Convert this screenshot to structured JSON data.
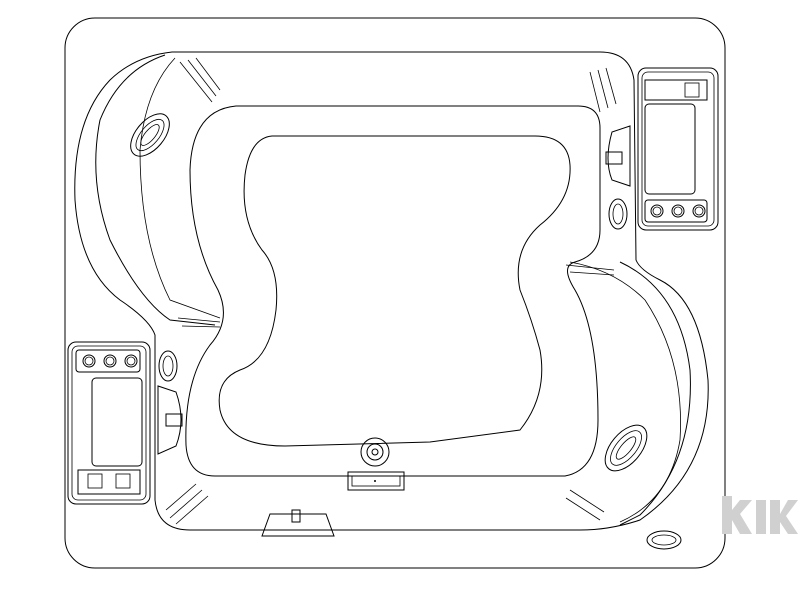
{
  "drawing": {
    "type": "hot tub top-view line drawing",
    "stroke_color": "#000000",
    "background_color": "#ffffff"
  },
  "watermark": {
    "text": "",
    "color": "#d0d0d0"
  },
  "components": [
    "outer-shell",
    "tub-rim",
    "inner-basin",
    "basin-floor",
    "lounge-seat-left",
    "lounge-seat-right",
    "control-panel-top-right",
    "control-panel-bottom-left",
    "pillow-left",
    "pillow-right",
    "drain",
    "skimmer",
    "filter-box"
  ]
}
